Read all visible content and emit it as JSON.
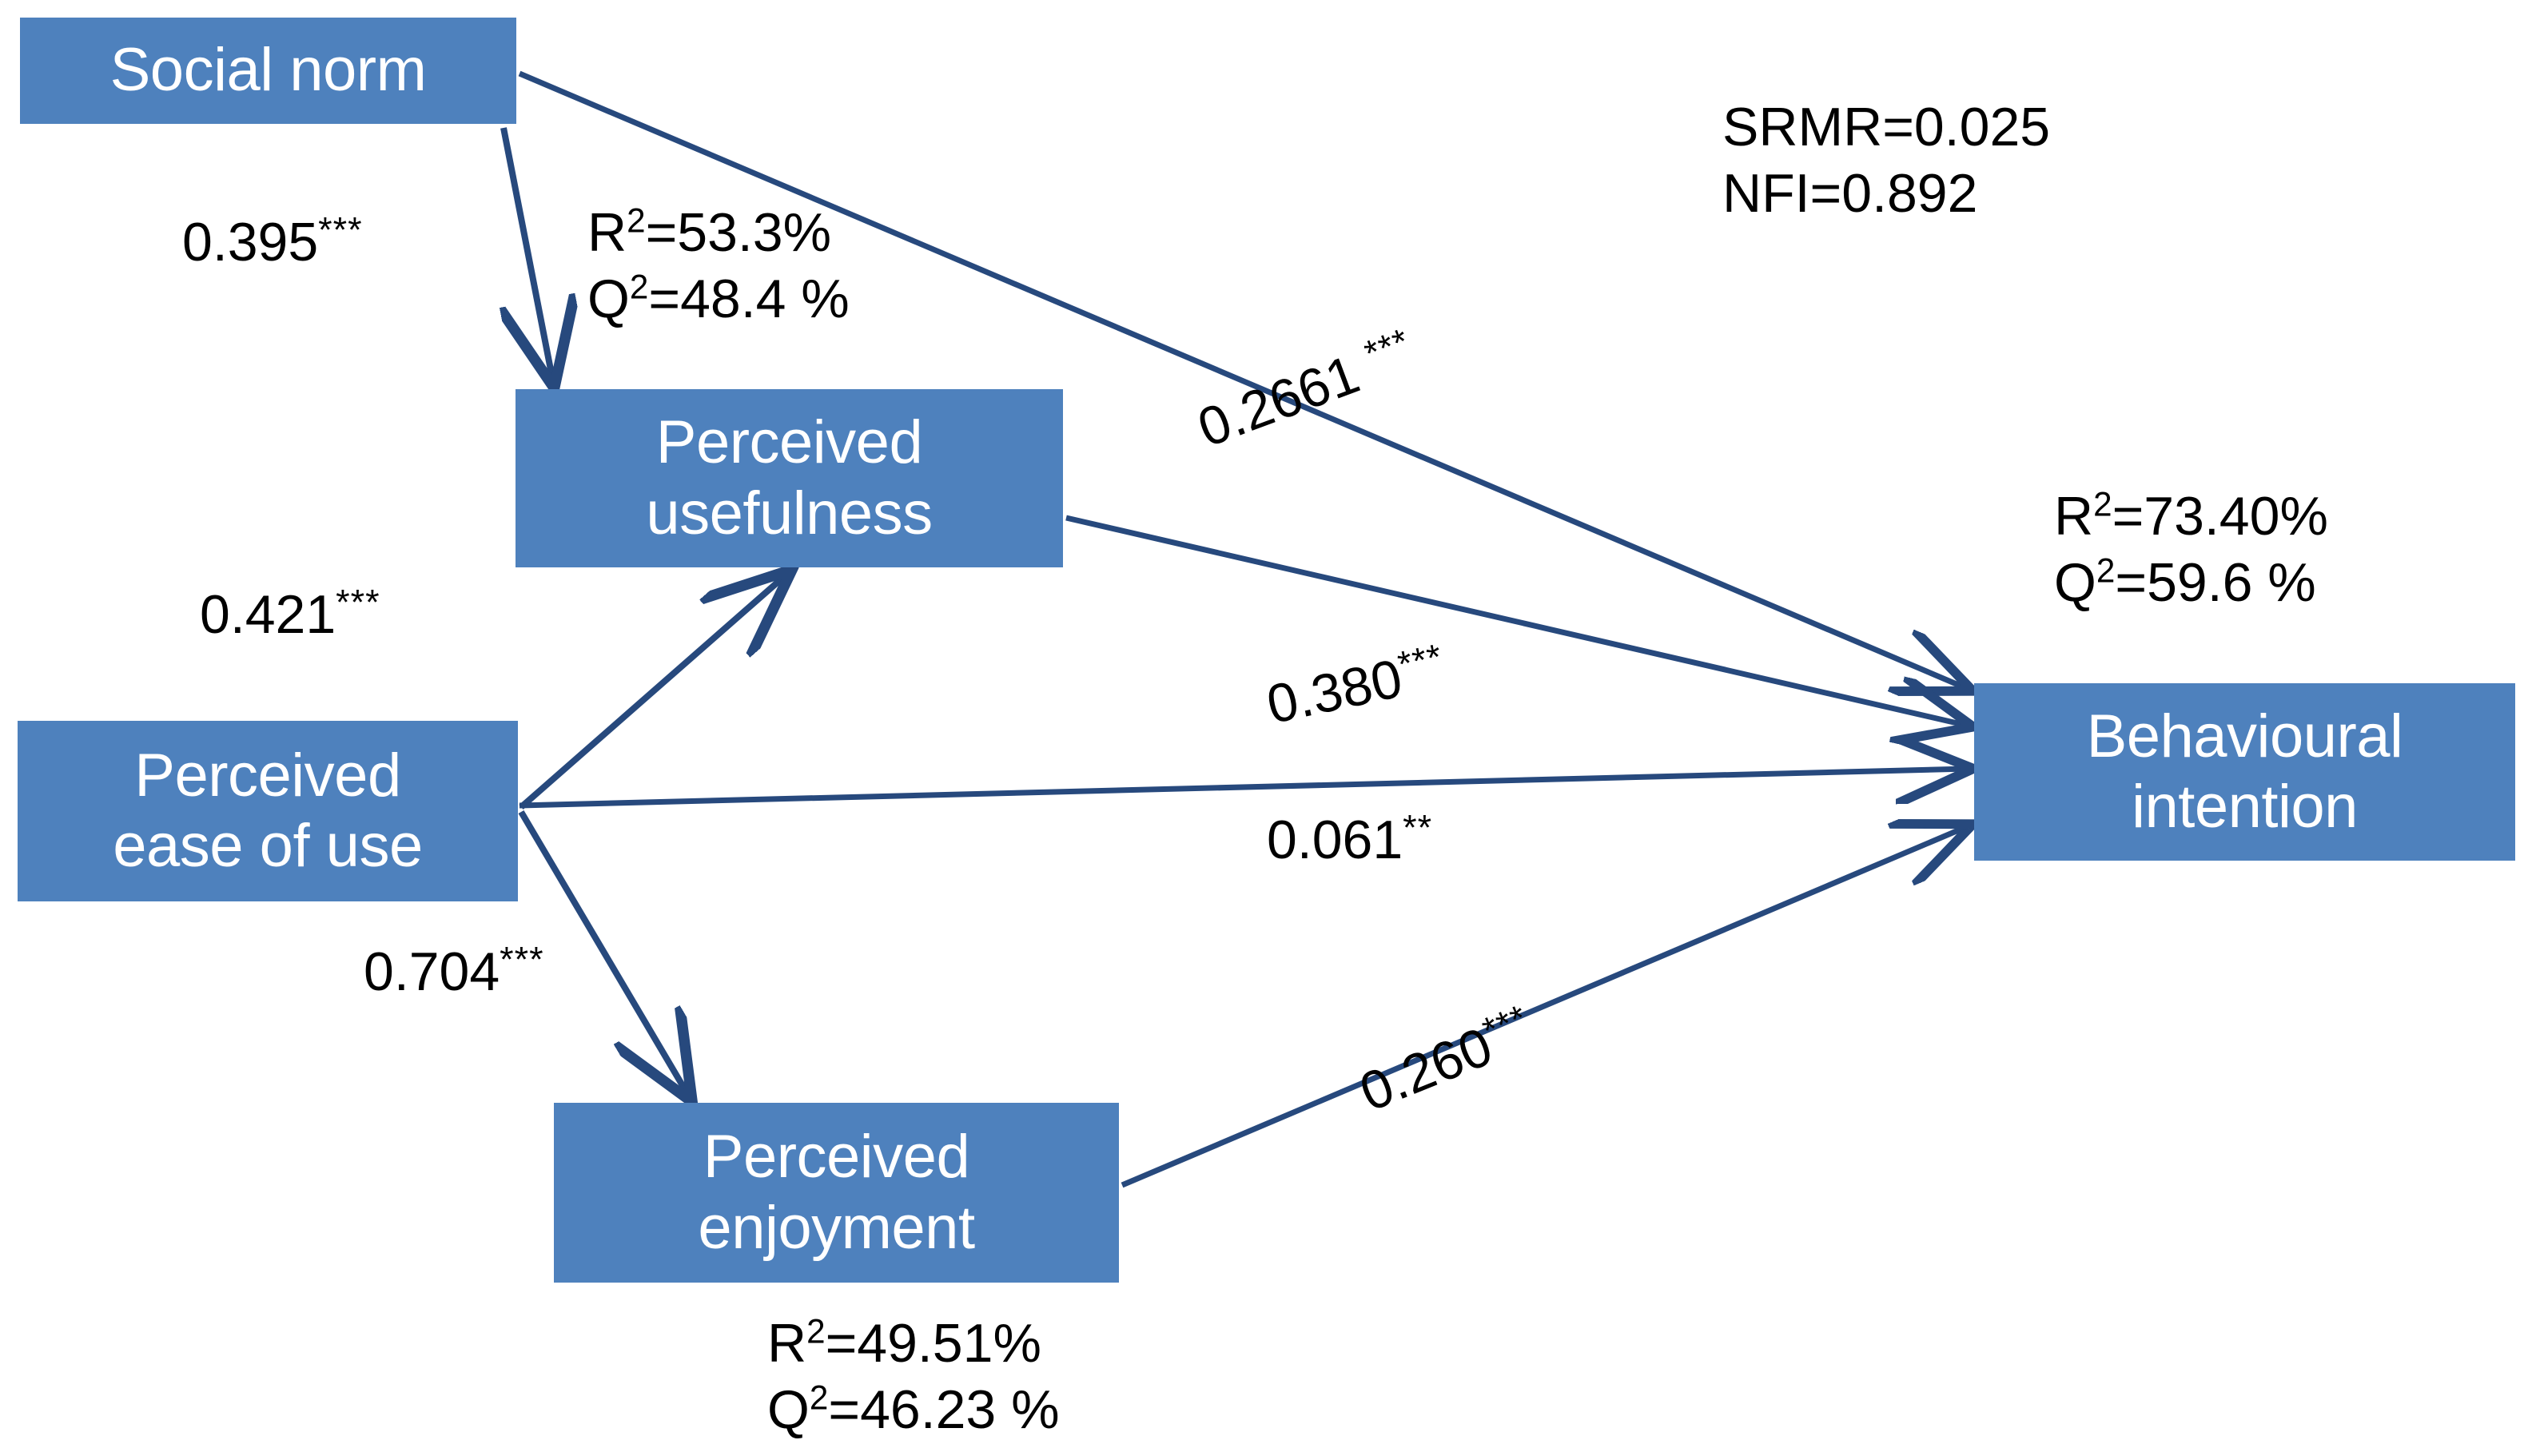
{
  "diagram": {
    "title": "Structural equation model path diagram",
    "colors": {
      "node_fill": "#4E81BD",
      "node_text": "#FFFFFF",
      "edge": "#27497D",
      "label_text": "#000000",
      "background": "#FFFFFF"
    },
    "nodes": [
      {
        "id": "social-norm",
        "lines": [
          "Social norm"
        ]
      },
      {
        "id": "perceived-usefulness",
        "lines": [
          "Perceived",
          "usefulness"
        ]
      },
      {
        "id": "perceived-ease-of-use",
        "lines": [
          "Perceived",
          "ease of use"
        ]
      },
      {
        "id": "perceived-enjoyment",
        "lines": [
          "Perceived",
          "enjoyment"
        ]
      },
      {
        "id": "behavioural-intention",
        "lines": [
          "Behavioural",
          "intention"
        ]
      }
    ],
    "paths": [
      {
        "id": "sn-to-pu",
        "from": "Social norm",
        "to": "Perceived usefulness",
        "coefficient": "0.395",
        "stars": "***"
      },
      {
        "id": "peou-to-pu",
        "from": "Perceived ease of use",
        "to": "Perceived usefulness",
        "coefficient": "0.421",
        "stars": "***"
      },
      {
        "id": "peou-to-pe",
        "from": "Perceived ease of use",
        "to": "Perceived enjoyment",
        "coefficient": "0.704",
        "stars": "***"
      },
      {
        "id": "sn-to-bi",
        "from": "Social norm",
        "to": "Behavioural intention",
        "coefficient": "0.2661 ",
        "stars": "***"
      },
      {
        "id": "pu-to-bi",
        "from": "Perceived usefulness",
        "to": "Behavioural intention",
        "coefficient": "0.380",
        "stars": "***"
      },
      {
        "id": "peou-to-bi",
        "from": "Perceived ease of use",
        "to": "Behavioural intention",
        "coefficient": "0.061",
        "stars": "**"
      },
      {
        "id": "pe-to-bi",
        "from": "Perceived enjoyment",
        "to": "Behavioural intention",
        "coefficient": "0.260",
        "stars": "***"
      }
    ],
    "statistics": {
      "perceived_usefulness": {
        "r_squared_prefix": "R",
        "r_squared_value": "=53.3%",
        "q_squared_prefix": "Q",
        "q_squared_value": "=48.4 %"
      },
      "perceived_enjoyment": {
        "r_squared_prefix": "R",
        "r_squared_value": "=49.51%",
        "q_squared_prefix": "Q",
        "q_squared_value": "=46.23 %"
      },
      "behavioural_intention": {
        "r_squared_prefix": "R",
        "r_squared_value": "=73.40%",
        "q_squared_prefix": "Q",
        "q_squared_value": "=59.6 %"
      },
      "model_fit": {
        "srmr": "SRMR=0.025",
        "nfi": "NFI=0.892"
      }
    }
  }
}
